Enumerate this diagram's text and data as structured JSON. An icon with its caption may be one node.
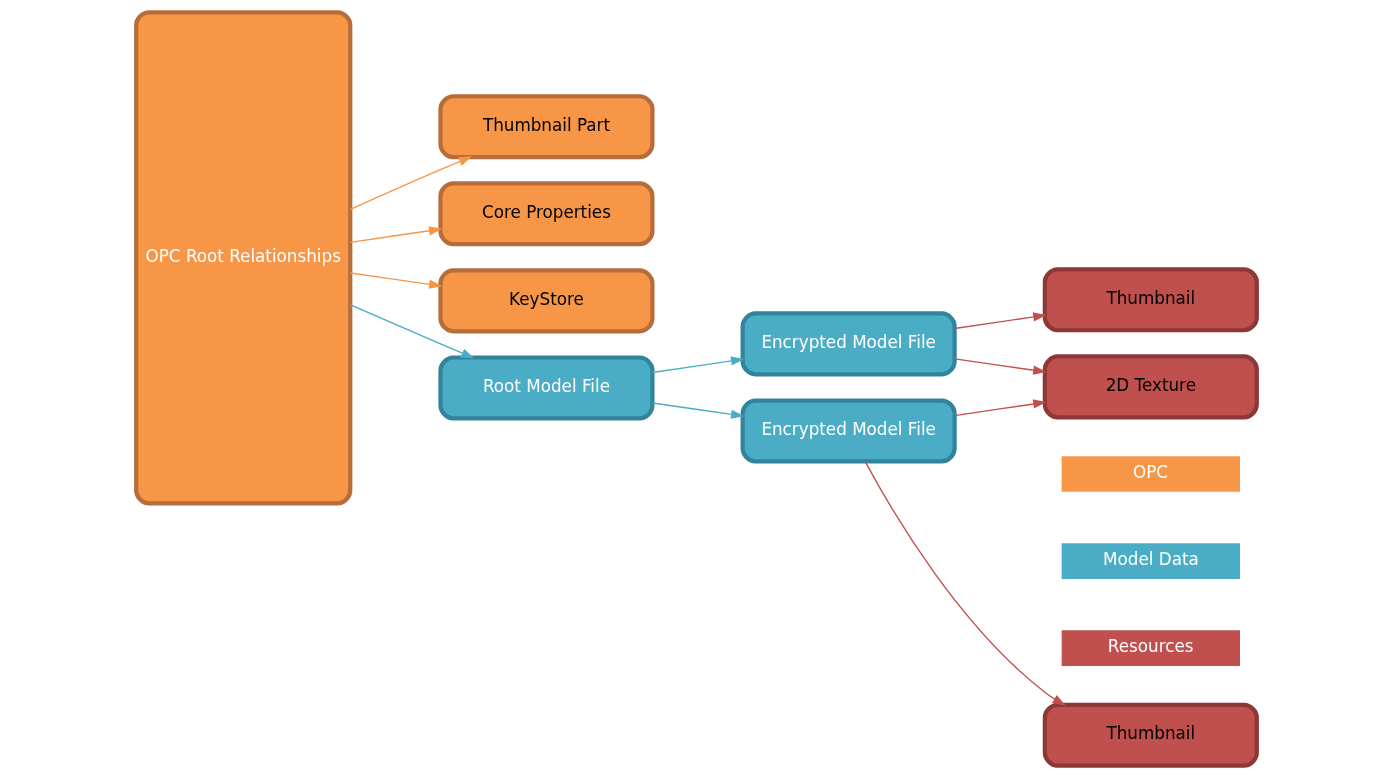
{
  "diagram": {
    "nodes": [
      {
        "text": [
          "OPC Root Relationships"
        ]
      },
      {
        "text": [
          "Thumbnail Part"
        ]
      },
      {
        "text": [
          "Core Properties"
        ]
      },
      {
        "text": [
          "KeyStore"
        ]
      },
      {
        "text": [
          "Root Model File"
        ]
      },
      {
        "text": [
          "Encrypted Model File"
        ]
      },
      {
        "text": [
          "Encrypted Model File"
        ]
      },
      {
        "text": [
          "Thumbnail"
        ]
      },
      {
        "text": [
          "Thumbnail"
        ]
      },
      {
        "text": [
          "2D Texture"
        ]
      }
    ],
    "edges": [
      {
        "from": 0,
        "to": 1,
        "arrow": "to",
        "color": "#f79646"
      },
      {
        "from": 0,
        "to": 2,
        "arrow": "to",
        "color": "#f79646"
      },
      {
        "from": 0,
        "to": 3,
        "arrow": "to",
        "color": "#f79646"
      },
      {
        "from": 0,
        "to": 4,
        "arrow": "to",
        "color": "#4bacc6"
      },
      {
        "from": 4,
        "to": 5,
        "arrow": "to",
        "color": "#4bacc6"
      },
      {
        "from": 4,
        "to": 6,
        "arrow": "to",
        "color": "#4bacc6"
      },
      {
        "from": 5,
        "to": 7,
        "arrow": "to"
      },
      {
        "from": 5,
        "to": 9,
        "arrow": "to"
      },
      {
        "from": 6,
        "to": 8,
        "arrow": "to"
      },
      {
        "from": 6,
        "to": 9,
        "arrow": "to"
      }
    ],
    "legend": [
      {
        "text": "OPC",
        "color": "#f79646"
      },
      {
        "text": "Model Data",
        "color": "#4bacc6"
      },
      {
        "text": "Resources",
        "color": "#c0504d"
      }
    ]
  }
}
